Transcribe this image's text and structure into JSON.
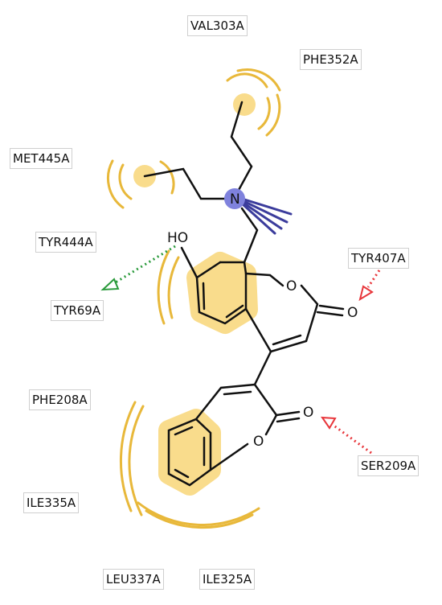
{
  "residues": {
    "val303a": "VAL303A",
    "phe352a": "PHE352A",
    "met445a": "MET445A",
    "tyr444a": "TYR444A",
    "tyr69a": "TYR69A",
    "tyr407a": "TYR407A",
    "phe208a": "PHE208A",
    "ser209a": "SER209A",
    "ile335a": "ILE335A",
    "leu337a": "LEU337A",
    "ile325a": "ILE325A"
  },
  "atoms": {
    "hydroxyl": "HO",
    "nitrogen": "N",
    "lactone_o_upper": "O",
    "carbonyl_o_upper": "O",
    "lactone_o_lower": "O",
    "carbonyl_o_lower": "O"
  },
  "colors": {
    "hydrophobic": "#e8b83a",
    "hydrophobic_fill": "#f9dc8c",
    "hbond_donor": "#2a9a3b",
    "hbond_acceptor": "#e8363b",
    "nitrogen": "#7f82dd",
    "wedge": "#3b3c9c",
    "bond": "#111111"
  }
}
